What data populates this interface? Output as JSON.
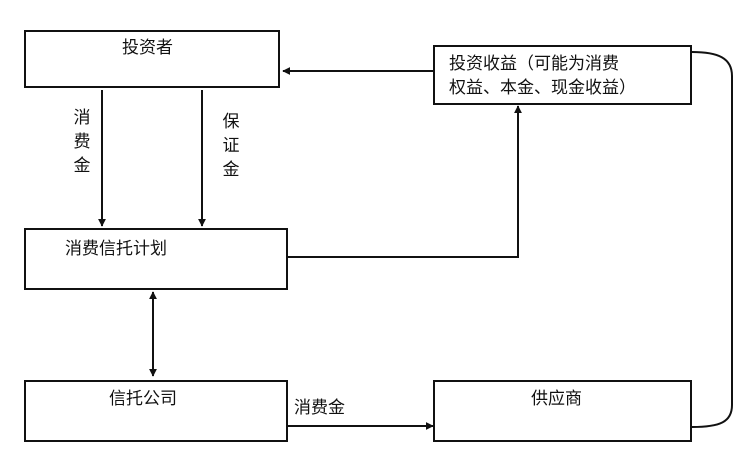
{
  "nodes": {
    "investor": "投资者",
    "investment_income_line1": "投资收益（可能为消费",
    "investment_income_line2": "权益、本金、现金收益）",
    "consumer_trust_plan": "消费信托计划",
    "trust_company": "信托公司",
    "supplier": "供应商"
  },
  "edge_labels": {
    "consumer_funds_left": [
      "消",
      "费",
      "金"
    ],
    "deposit": [
      "保",
      "证",
      "金"
    ],
    "consumer_funds_bottom": "消费金"
  }
}
